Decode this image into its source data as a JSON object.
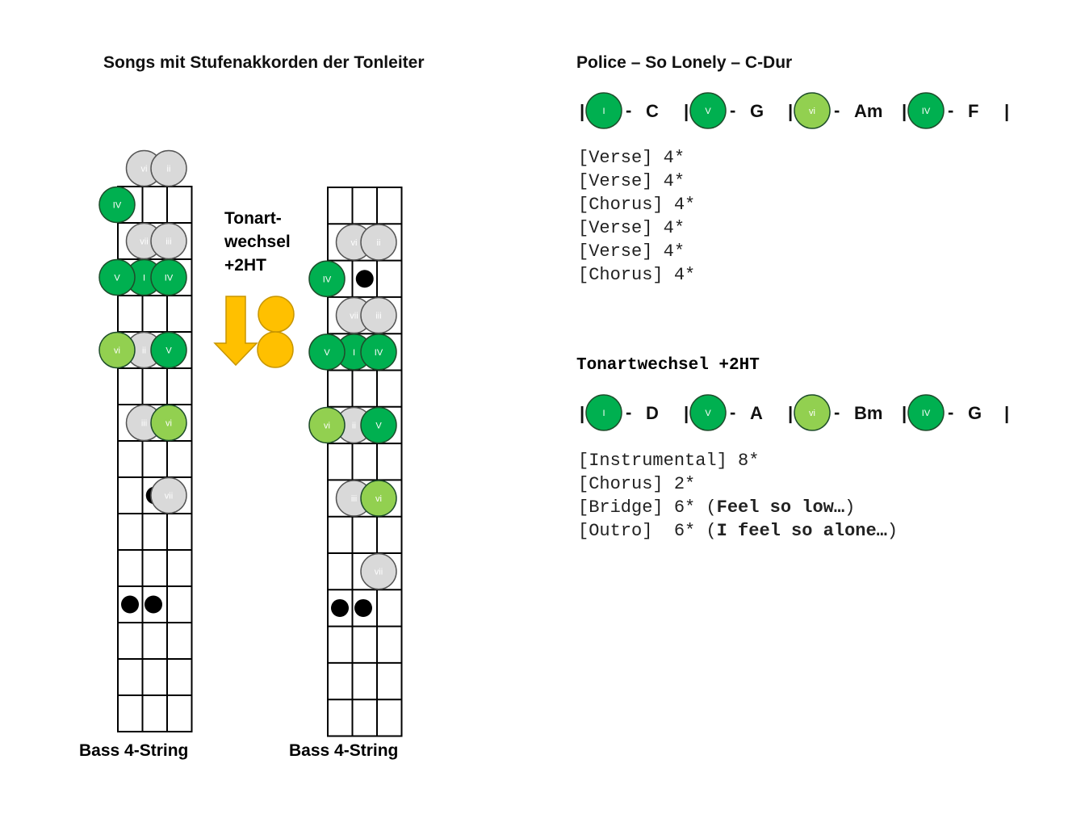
{
  "left_title": "Songs mit Stufenakkorden der Tonleiter",
  "right_title": "Police – So Lonely – C-Dur",
  "key_change_label_lines": [
    "Tonart-",
    "wechsel",
    "+2HT"
  ],
  "bass_label_1": "Bass 4-String",
  "bass_label_2": "Bass 4-String",
  "chords_1": [
    {
      "degree": "I",
      "name": "C",
      "color": "#00b050"
    },
    {
      "degree": "V",
      "name": "G",
      "color": "#00b050"
    },
    {
      "degree": "vi",
      "name": "Am",
      "color": "#92d050"
    },
    {
      "degree": "IV",
      "name": "F",
      "color": "#00b050"
    }
  ],
  "structure_1": [
    "[Verse] 4*",
    "[Verse] 4*",
    "[Chorus] 4*",
    "",
    "[Verse] 4*",
    "[Verse] 4*",
    "[Chorus] 4*"
  ],
  "key_change_title": "Tonartwechsel +2HT",
  "chords_2": [
    {
      "degree": "I",
      "name": "D",
      "color": "#00b050"
    },
    {
      "degree": "V",
      "name": "A",
      "color": "#00b050"
    },
    {
      "degree": "vi",
      "name": "Bm",
      "color": "#92d050"
    },
    {
      "degree": "IV",
      "name": "G",
      "color": "#00b050"
    }
  ],
  "structure_2": [
    {
      "text": "[Instrumental] 8*",
      "bold": ""
    },
    {
      "text": "[Chorus] 2*",
      "bold": ""
    },
    {
      "text": "[Bridge] 6* (",
      "bold": "Feel so low…",
      "tail": ")"
    },
    {
      "text": "[Outro]  6* (",
      "bold": "I feel so alone…",
      "tail": ")"
    }
  ],
  "bar_symbol": "|",
  "dash_symbol": "-",
  "colors": {
    "dark_green": "#00b050",
    "light_green": "#92d050",
    "grey": "#d9d9d9",
    "orange": "#ffc000",
    "marker": "#000000"
  },
  "fretboard_1": {
    "markers": [
      {
        "degree": "vi",
        "color": "#d9d9d9",
        "string": 1,
        "fret": -1
      },
      {
        "degree": "ii",
        "color": "#d9d9d9",
        "string": 2,
        "fret": -1
      },
      {
        "degree": "IV",
        "color": "#00b050",
        "string": 0,
        "fret": 0
      },
      {
        "degree": "vii",
        "color": "#d9d9d9",
        "string": 1,
        "fret": 1
      },
      {
        "degree": "iii",
        "color": "#d9d9d9",
        "string": 2,
        "fret": 1
      },
      {
        "degree": "I",
        "color": "#00b050",
        "string": 1,
        "fret": 2
      },
      {
        "degree": "V",
        "color": "#00b050",
        "string": 0,
        "fret": 2
      },
      {
        "degree": "IV",
        "color": "#00b050",
        "string": 2,
        "fret": 2
      },
      {
        "degree": "ii",
        "color": "#d9d9d9",
        "string": 1,
        "fret": 4
      },
      {
        "degree": "vi",
        "color": "#92d050",
        "string": 0,
        "fret": 4
      },
      {
        "degree": "V",
        "color": "#00b050",
        "string": 2,
        "fret": 4
      },
      {
        "degree": "iii",
        "color": "#d9d9d9",
        "string": 1,
        "fret": 6
      },
      {
        "degree": "vi",
        "color": "#92d050",
        "string": 2,
        "fret": 6
      },
      {
        "degree": "vii",
        "color": "#d9d9d9",
        "string": 2,
        "fret": 8
      }
    ],
    "dots": [
      {
        "string": 1,
        "fret": 8
      },
      {
        "string": 0,
        "fret": 11
      },
      {
        "string": 2,
        "fret": 11
      }
    ]
  },
  "fretboard_2": {
    "markers": [
      {
        "degree": "vi",
        "color": "#d9d9d9",
        "string": 1,
        "fret": 1
      },
      {
        "degree": "ii",
        "color": "#d9d9d9",
        "string": 2,
        "fret": 1
      },
      {
        "degree": "IV",
        "color": "#00b050",
        "string": 0,
        "fret": 2
      },
      {
        "degree": "vii",
        "color": "#d9d9d9",
        "string": 1,
        "fret": 3
      },
      {
        "degree": "iii",
        "color": "#d9d9d9",
        "string": 2,
        "fret": 3
      },
      {
        "degree": "I",
        "color": "#00b050",
        "string": 1,
        "fret": 4
      },
      {
        "degree": "V",
        "color": "#00b050",
        "string": 0,
        "fret": 4
      },
      {
        "degree": "IV",
        "color": "#00b050",
        "string": 2,
        "fret": 4
      },
      {
        "degree": "ii",
        "color": "#d9d9d9",
        "string": 1,
        "fret": 6
      },
      {
        "degree": "vi",
        "color": "#92d050",
        "string": 0,
        "fret": 6
      },
      {
        "degree": "V",
        "color": "#00b050",
        "string": 2,
        "fret": 6
      },
      {
        "degree": "iii",
        "color": "#d9d9d9",
        "string": 1,
        "fret": 8
      },
      {
        "degree": "vi",
        "color": "#92d050",
        "string": 2,
        "fret": 8
      },
      {
        "degree": "vii",
        "color": "#d9d9d9",
        "string": 2,
        "fret": 10
      }
    ],
    "dots": [
      {
        "string": 1,
        "fret": 2
      },
      {
        "string": 0,
        "fret": 11
      },
      {
        "string": 2,
        "fret": 11
      }
    ]
  }
}
